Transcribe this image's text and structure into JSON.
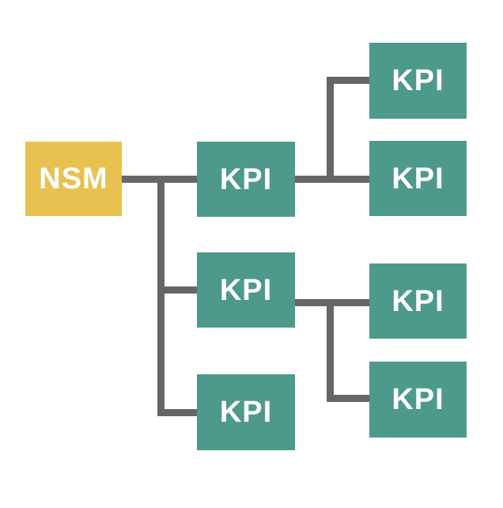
{
  "diagram": {
    "type": "tree",
    "nodes": [
      {
        "id": "nsm",
        "label": "NSM",
        "role": "root",
        "color": "#e7c251"
      },
      {
        "id": "kpi-a",
        "label": "KPI",
        "role": "child",
        "color": "#4d9a8c"
      },
      {
        "id": "kpi-b",
        "label": "KPI",
        "role": "child",
        "color": "#4d9a8c"
      },
      {
        "id": "kpi-c",
        "label": "KPI",
        "role": "child",
        "color": "#4d9a8c"
      },
      {
        "id": "kpi-a1",
        "label": "KPI",
        "role": "leaf",
        "color": "#4d9a8c"
      },
      {
        "id": "kpi-a2",
        "label": "KPI",
        "role": "leaf",
        "color": "#4d9a8c"
      },
      {
        "id": "kpi-b1",
        "label": "KPI",
        "role": "leaf",
        "color": "#4d9a8c"
      },
      {
        "id": "kpi-b2",
        "label": "KPI",
        "role": "leaf",
        "color": "#4d9a8c"
      }
    ],
    "edges": [
      {
        "from": "nsm",
        "to": "kpi-a"
      },
      {
        "from": "nsm",
        "to": "kpi-b"
      },
      {
        "from": "nsm",
        "to": "kpi-c"
      },
      {
        "from": "kpi-a",
        "to": "kpi-a1"
      },
      {
        "from": "kpi-a",
        "to": "kpi-a2"
      },
      {
        "from": "kpi-b",
        "to": "kpi-b1"
      },
      {
        "from": "kpi-b",
        "to": "kpi-b2"
      }
    ],
    "colors": {
      "nsm_bg": "#e7c251",
      "kpi_bg": "#4d9a8c",
      "connector": "#666666",
      "label_text": "#ffffff",
      "background": "#ffffff"
    }
  }
}
